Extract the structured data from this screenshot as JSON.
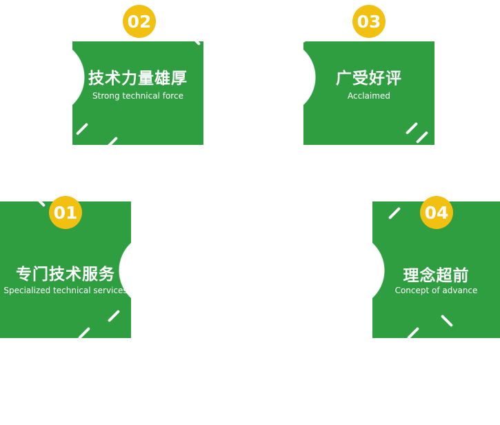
{
  "colors": {
    "green": "#2e9e41",
    "yellow": "#f2c011",
    "text": "#ffffff"
  },
  "cards": [
    {
      "number": "01",
      "title": "专门技术服务",
      "subtitle": "Specialized technical services"
    },
    {
      "number": "02",
      "title": "技术力量雄厚",
      "subtitle": "Strong technical force"
    },
    {
      "number": "03",
      "title": "广受好评",
      "subtitle": "Acclaimed"
    },
    {
      "number": "04",
      "title": "理念超前",
      "subtitle": "Concept of advance"
    }
  ]
}
